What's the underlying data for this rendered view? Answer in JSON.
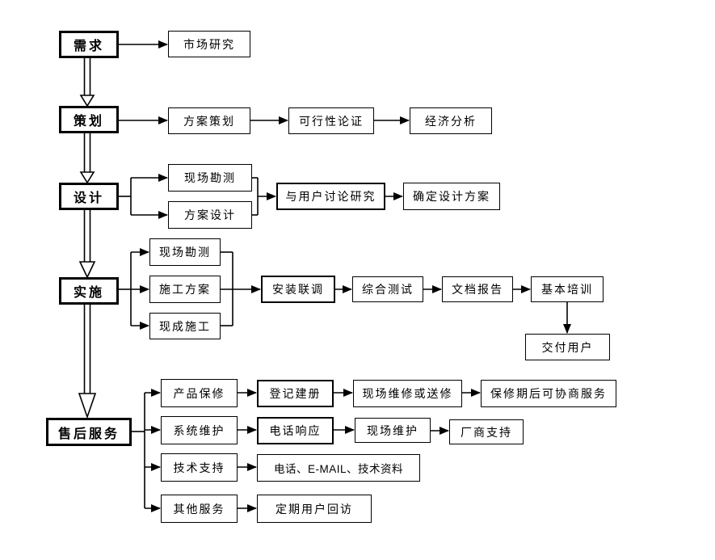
{
  "diagram": {
    "stages": {
      "demand": "需求",
      "planning": "策划",
      "design": "设计",
      "implementation": "实施",
      "after_sales": "售后服务"
    },
    "nodes": {
      "market_research": "市场研究",
      "scheme_planning": "方案策划",
      "feasibility_study": "可行性论证",
      "economic_analysis": "经济分析",
      "site_survey_design": "现场勘测",
      "scheme_design": "方案设计",
      "discuss_with_users": "与用户讨论研究",
      "confirm_design_scheme": "确定设计方案",
      "site_survey_impl": "现场勘测",
      "construction_scheme": "施工方案",
      "ready_construction": "现成施工",
      "install_commissioning": "安装联调",
      "comprehensive_testing": "综合测试",
      "document_report": "文档报告",
      "basic_training": "基本培训",
      "deliver_to_user": "交付用户",
      "product_warranty": "产品保修",
      "registration": "登记建册",
      "onsite_or_sendin_repair": "现场维修或送修",
      "post_warranty_service": "保修期后可协商服务",
      "system_maintenance": "系统维护",
      "phone_response": "电话响应",
      "onsite_maintenance": "现场维护",
      "vendor_support": "厂商支持",
      "technical_support": "技术支持",
      "phone_email_docs": "电话、E-MAIL、技术资料",
      "other_services": "其他服务",
      "regular_user_visits": "定期用户回访"
    },
    "colors": {
      "line": "#000000",
      "box_border": "#000000",
      "background": "#ffffff",
      "text": "#000000"
    }
  }
}
